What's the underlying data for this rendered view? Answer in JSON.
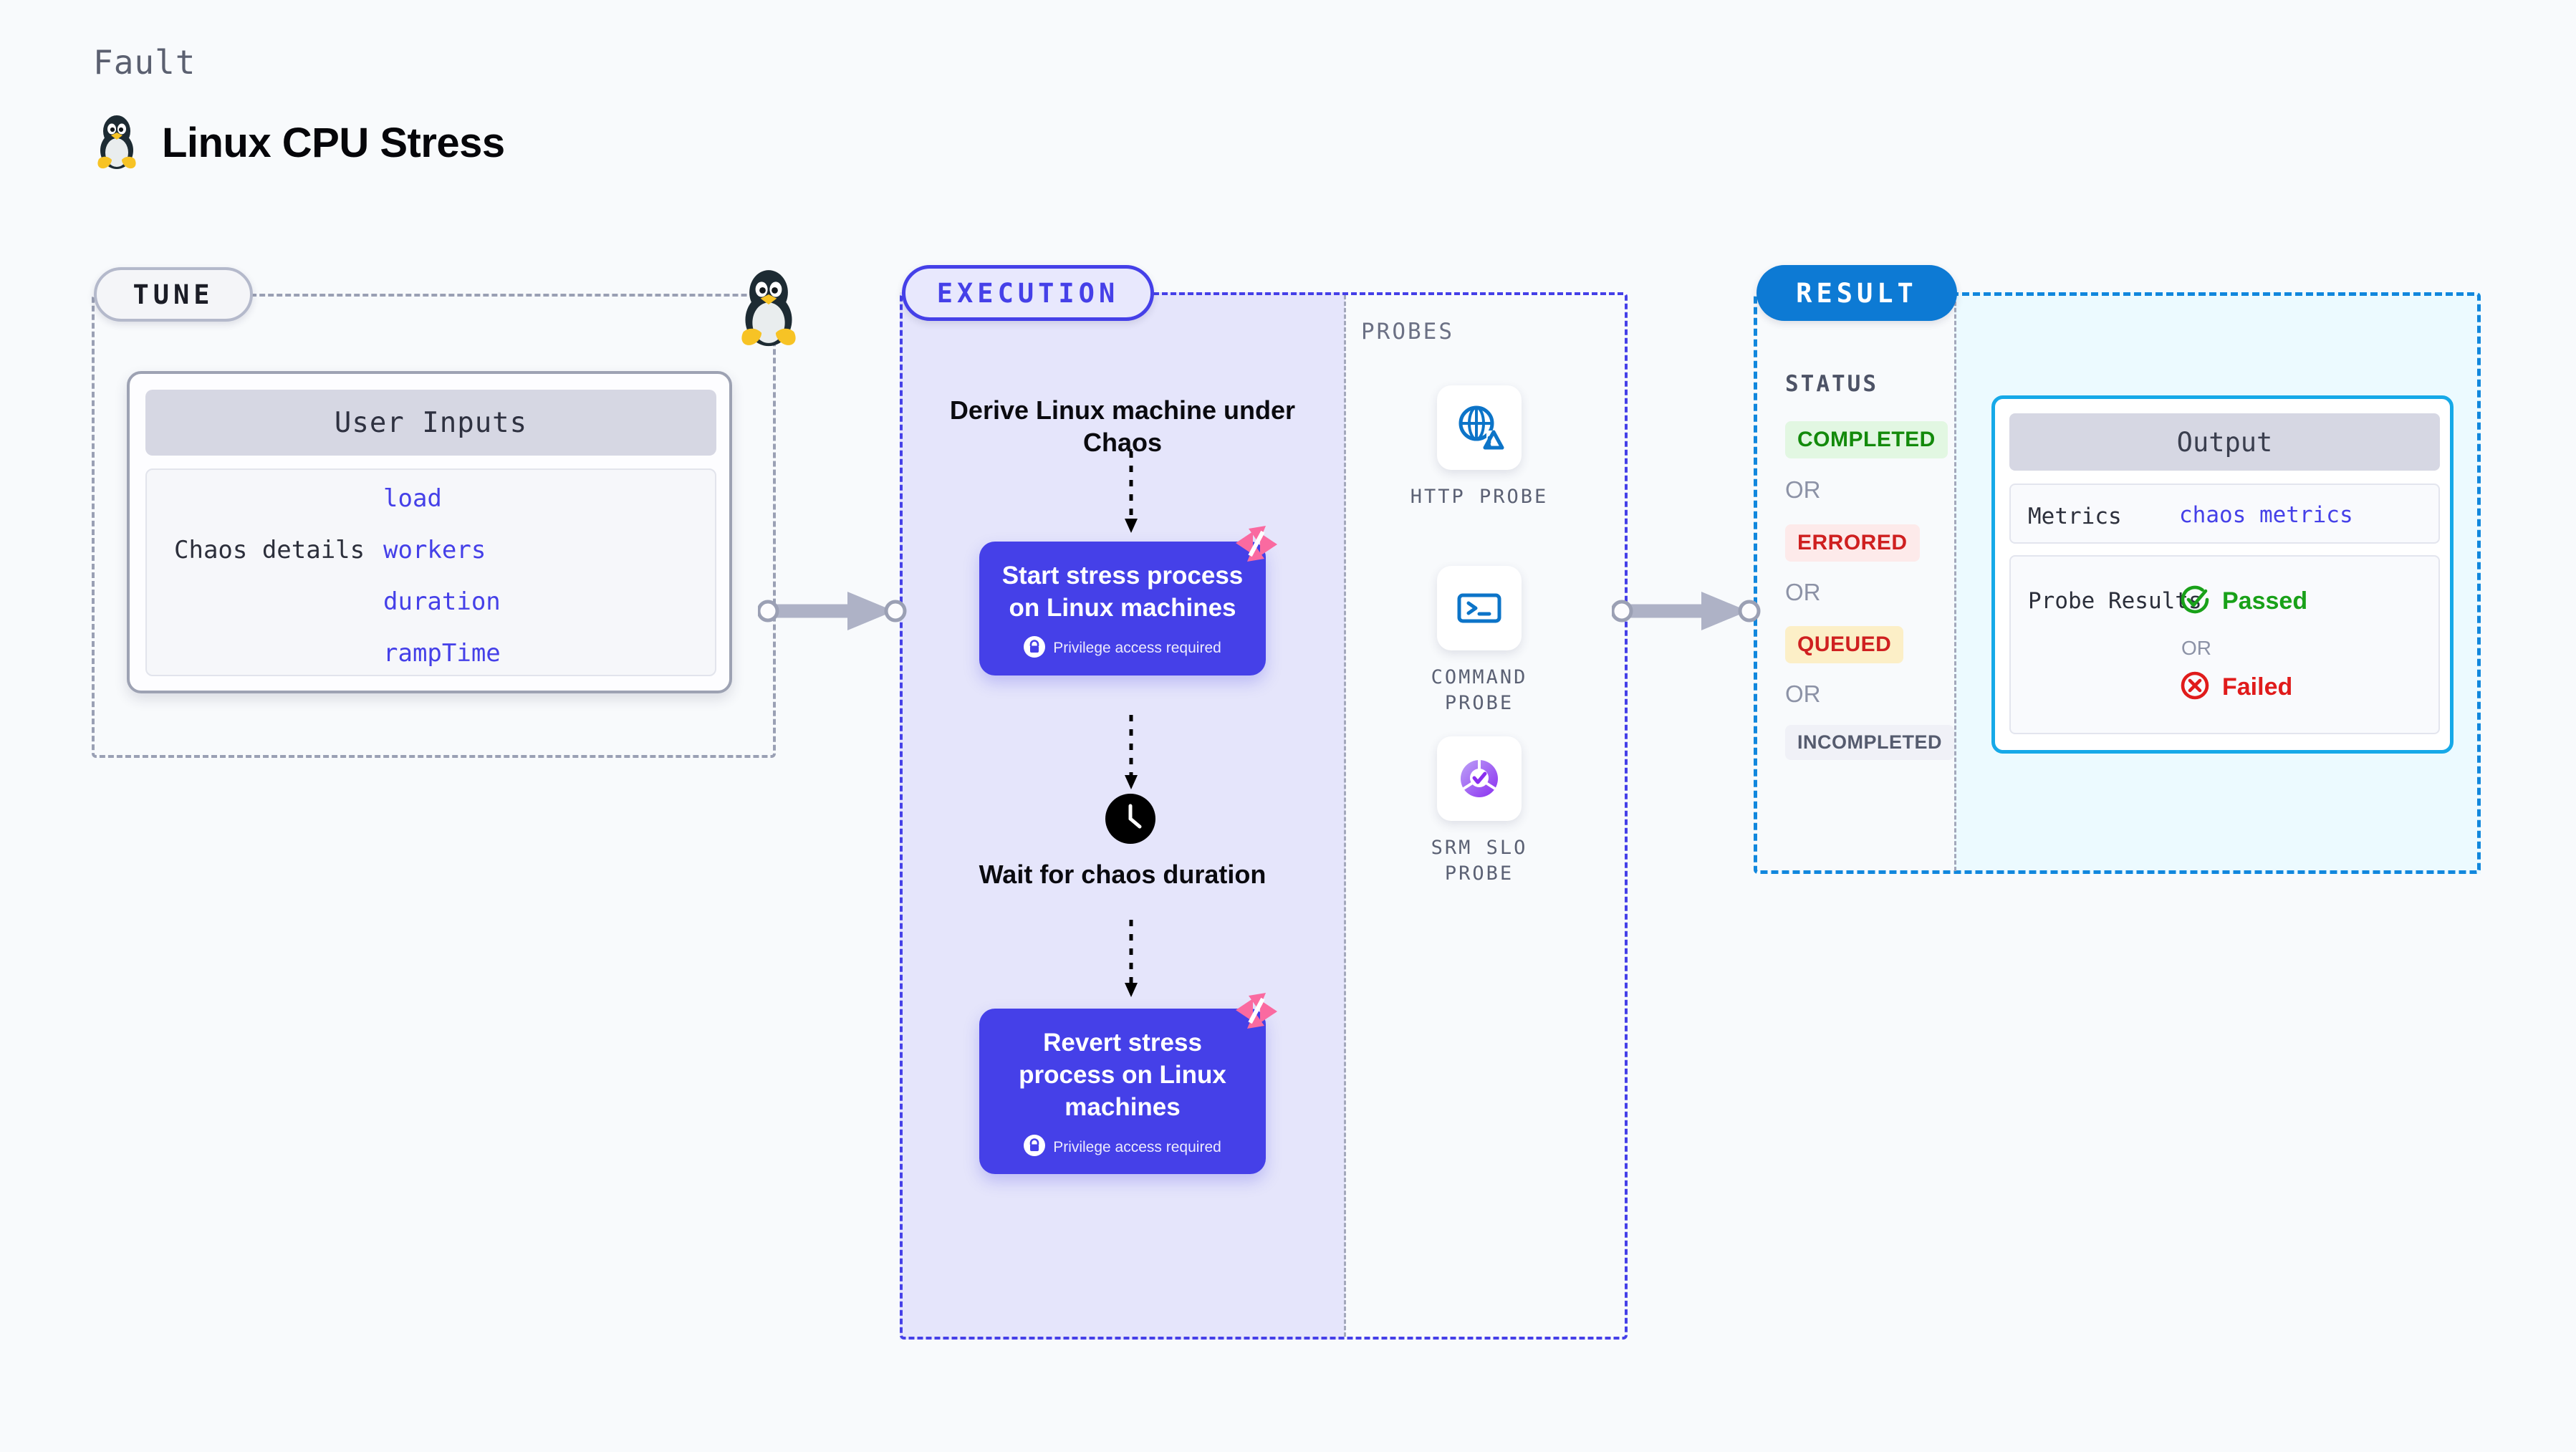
{
  "header": {
    "kicker": "Fault",
    "title": "Linux CPU Stress",
    "icon": "tux-penguin-icon"
  },
  "tune": {
    "pill_label": "TUNE",
    "edge_icon": "tux-penguin-icon",
    "user_inputs_header": "User Inputs",
    "chaos_details_label": "Chaos details",
    "parameters": [
      "load",
      "workers",
      "duration",
      "rampTime"
    ]
  },
  "execution": {
    "pill_label": "EXECUTION",
    "steps": [
      {
        "kind": "heading",
        "text": "Derive Linux machine under Chaos"
      },
      {
        "kind": "action",
        "text": "Start stress process on Linux machines",
        "privilege": "Privilege access required",
        "badge": "harness-logo-icon",
        "lock": "lock-icon"
      },
      {
        "kind": "wait",
        "icon": "clock-icon",
        "text": "Wait for chaos duration"
      },
      {
        "kind": "action",
        "text": "Revert stress process on Linux machines",
        "privilege": "Privilege access required",
        "badge": "harness-logo-icon",
        "lock": "lock-icon"
      }
    ]
  },
  "probes": {
    "title": "PROBES",
    "items": [
      {
        "label": "HTTP PROBE",
        "icon": "globe-warning-icon"
      },
      {
        "label": "COMMAND PROBE",
        "icon": "terminal-prompt-icon"
      },
      {
        "label": "SRM SLO PROBE",
        "icon": "slo-donut-check-icon"
      }
    ]
  },
  "result": {
    "pill_label": "RESULT",
    "status_title": "STATUS",
    "or_label": "OR",
    "statuses": [
      {
        "label": "COMPLETED",
        "bg": "#e2f7e2",
        "fg": "#138a0b"
      },
      {
        "label": "ERRORED",
        "bg": "#fdeaea",
        "fg": "#cf2020"
      },
      {
        "label": "QUEUED",
        "bg": "#fcefc7",
        "fg": "#cf2020"
      },
      {
        "label": "INCOMPLETED",
        "bg": "#f0f1f7",
        "fg": "#555b6e"
      }
    ],
    "output": {
      "header": "Output",
      "metrics_key": "Metrics",
      "metrics_value": "chaos metrics",
      "probe_results_key": "Probe Results",
      "passed_label": "Passed",
      "passed_icon": "check-circle-icon",
      "failed_label": "Failed",
      "failed_icon": "x-circle-icon",
      "or_label": "OR"
    }
  },
  "colors": {
    "page_bg": "#f8fafc",
    "indigo": "#4540e8",
    "execution_bg": "#e5e5fb",
    "result_blue": "#0d7ad4",
    "output_border": "#16a9e8",
    "output_bg": "#ecfaff",
    "harness_pink": "#fa6aa0",
    "passed_green": "#19a119",
    "failed_red": "#e01b1b"
  }
}
